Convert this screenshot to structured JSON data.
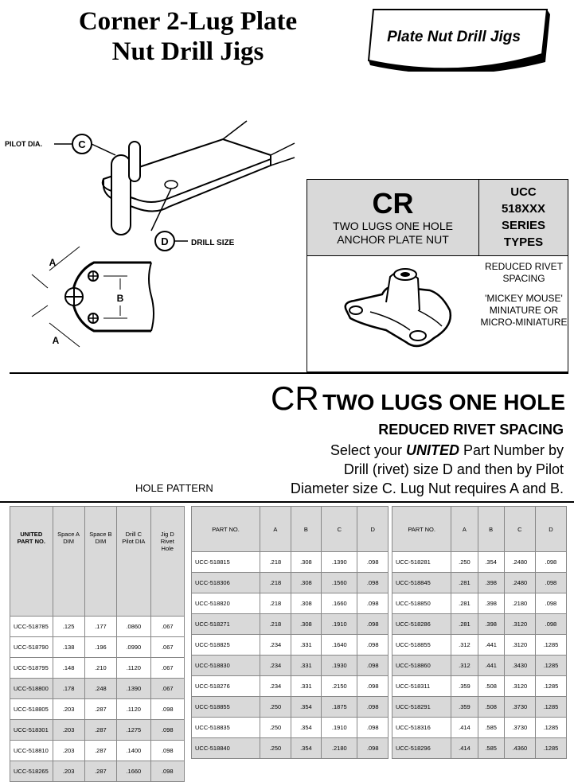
{
  "header": {
    "title_line1": "Corner 2-Lug Plate",
    "title_line2": "Nut Drill Jigs",
    "tag": "Plate Nut Drill Jigs"
  },
  "drawing": {
    "pilot_label": "PILOT DIA.",
    "pilot_letter": "C",
    "drill_label": "DRILL SIZE",
    "drill_letter": "D",
    "dim_a": "A",
    "dim_b": "B"
  },
  "cr_box": {
    "code": "CR",
    "line1": "TWO LUGS ONE HOLE",
    "line2": "ANCHOR PLATE NUT",
    "series1": "UCC",
    "series2": "518XXX",
    "series3": "SERIES",
    "series4": "TYPES",
    "note1": "REDUCED RIVET SPACING",
    "note2": "'MICKEY MOUSE' MINIATURE OR MICRO-MINIATURE"
  },
  "section": {
    "code": "CR",
    "title": "TWO LUGS ONE HOLE",
    "subtitle": "REDUCED RIVET SPACING",
    "desc_pre": "Select your ",
    "desc_brand": "UNITED",
    "desc_post": " Part Number by",
    "desc_line2": "Drill (rivet) size D and then by Pilot",
    "desc_line3": "Diameter size C.  Lug Nut requires A and B.",
    "hole_pattern": "HOLE PATTERN"
  },
  "table1": {
    "headers": [
      "UNITED PART NO.",
      "Space A DIM",
      "Space B DIM",
      "Drill C Pilot DIA",
      "Jig D Rivet Hole"
    ],
    "rows": [
      [
        "UCC-518785",
        ".125",
        ".177",
        ".0860",
        ".067"
      ],
      [
        "UCC-518790",
        ".138",
        ".196",
        ".0990",
        ".067"
      ],
      [
        "UCC-518795",
        ".148",
        ".210",
        ".1120",
        ".067"
      ],
      [
        "UCC-518800",
        ".178",
        ".248",
        ".1390",
        ".067"
      ],
      [
        "UCC-518805",
        ".203",
        ".287",
        ".1120",
        ".098"
      ],
      [
        "UCC-518301",
        ".203",
        ".287",
        ".1275",
        ".098"
      ],
      [
        "UCC-518810",
        ".203",
        ".287",
        ".1400",
        ".098"
      ],
      [
        "UCC-518265",
        ".203",
        ".287",
        ".1660",
        ".098"
      ]
    ]
  },
  "table2": {
    "headers": [
      "PART NO.",
      "A",
      "B",
      "C",
      "D"
    ],
    "rows": [
      [
        "UCC-518815",
        ".218",
        ".308",
        ".1390",
        ".098"
      ],
      [
        "UCC-518306",
        ".218",
        ".308",
        ".1560",
        ".098"
      ],
      [
        "UCC-518820",
        ".218",
        ".308",
        ".1660",
        ".098"
      ],
      [
        "UCC-518271",
        ".218",
        ".308",
        ".1910",
        ".098"
      ],
      [
        "UCC-518825",
        ".234",
        ".331",
        ".1640",
        ".098"
      ],
      [
        "UCC-518830",
        ".234",
        ".331",
        ".1930",
        ".098"
      ],
      [
        "UCC-518276",
        ".234",
        ".331",
        ".2150",
        ".098"
      ],
      [
        "UCC-518855",
        ".250",
        ".354",
        ".1875",
        ".098"
      ],
      [
        "UCC-518835",
        ".250",
        ".354",
        ".1910",
        ".098"
      ],
      [
        "UCC-518840",
        ".250",
        ".354",
        ".2180",
        ".098"
      ]
    ]
  },
  "table3": {
    "headers": [
      "PART NO.",
      "A",
      "B",
      "C",
      "D"
    ],
    "rows": [
      [
        "UCC-518281",
        ".250",
        ".354",
        ".2480",
        ".098"
      ],
      [
        "UCC-518845",
        ".281",
        ".398",
        ".2480",
        ".098"
      ],
      [
        "UCC-518850",
        ".281",
        ".398",
        ".2180",
        ".098"
      ],
      [
        "UCC-518286",
        ".281",
        ".398",
        ".3120",
        ".098"
      ],
      [
        "UCC-518855",
        ".312",
        ".441",
        ".3120",
        ".1285"
      ],
      [
        "UCC-518860",
        ".312",
        ".441",
        ".3430",
        ".1285"
      ],
      [
        "UCC-518311",
        ".359",
        ".508",
        ".3120",
        ".1285"
      ],
      [
        "UCC-518291",
        ".359",
        ".508",
        ".3730",
        ".1285"
      ],
      [
        "UCC-518316",
        ".414",
        ".585",
        ".3730",
        ".1285"
      ],
      [
        "UCC-518296",
        ".414",
        ".585",
        ".4360",
        ".1285"
      ]
    ]
  }
}
